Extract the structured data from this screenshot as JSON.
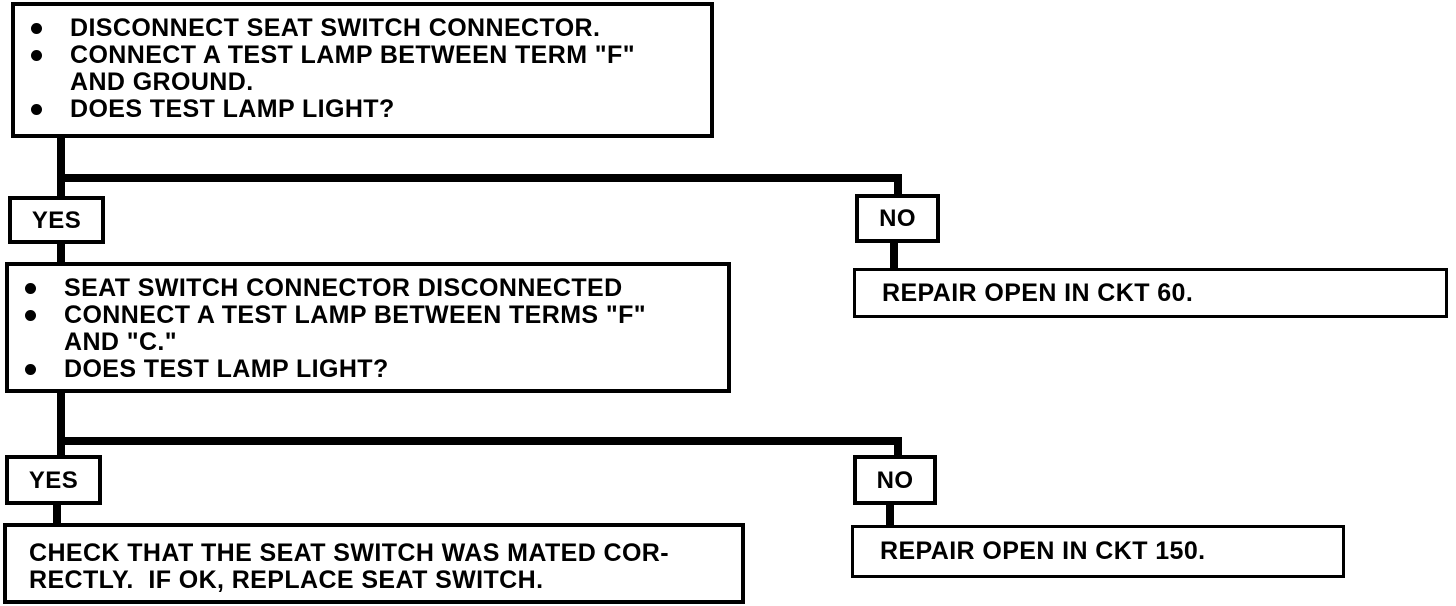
{
  "colors": {
    "ink": "#000000",
    "paper": "#ffffff"
  },
  "flowchart": {
    "step1": {
      "items": [
        {
          "lines": [
            "DISCONNECT SEAT SWITCH CONNECTOR."
          ]
        },
        {
          "lines": [
            "CONNECT A TEST LAMP BETWEEN TERM \"F\"",
            "AND GROUND."
          ]
        },
        {
          "lines": [
            "DOES TEST LAMP LIGHT?"
          ]
        }
      ]
    },
    "decision1": {
      "yes_label": "YES",
      "no_label": "NO"
    },
    "result_no1": {
      "text": "REPAIR OPEN IN CKT 60."
    },
    "step2": {
      "items": [
        {
          "lines": [
            "SEAT SWITCH CONNECTOR DISCONNECTED"
          ]
        },
        {
          "lines": [
            "CONNECT A TEST LAMP BETWEEN TERMS \"F\"",
            "AND \"C.\""
          ]
        },
        {
          "lines": [
            "DOES TEST LAMP LIGHT?"
          ]
        }
      ]
    },
    "decision2": {
      "yes_label": "YES",
      "no_label": "NO"
    },
    "result_no2": {
      "text": "REPAIR OPEN IN CKT 150."
    },
    "result_yes2": {
      "lines": [
        "CHECK THAT THE SEAT SWITCH WAS MATED COR-",
        "RECTLY.  IF OK, REPLACE SEAT SWITCH."
      ]
    }
  }
}
